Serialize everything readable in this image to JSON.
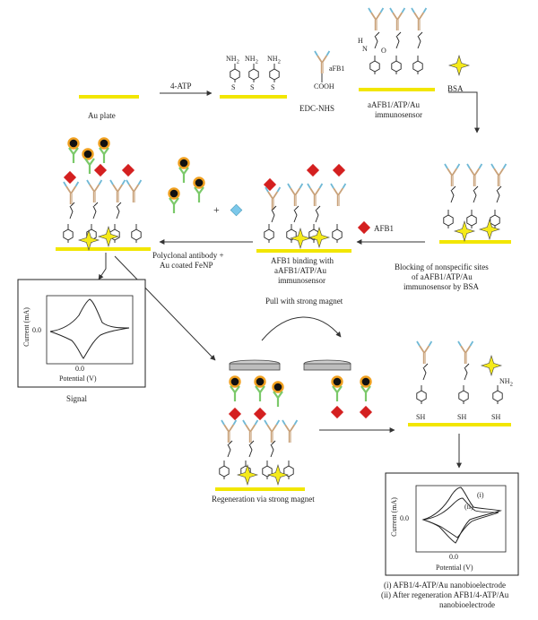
{
  "steps": {
    "au_plate": "Au plate",
    "atp": "4-ATP",
    "edc": "EDC-NHS",
    "afb1_ab": "aFB1",
    "cooh": "COOH",
    "immuno_line1": "aAFB1/ATP/Au",
    "immuno_line2": "immunosensor",
    "bsa": "BSA",
    "blocking_line1": "Blocking of nonspecific sites",
    "blocking_line2": "of aAFB1/ATP/Au",
    "blocking_line3": "immunosensor by BSA",
    "afb1": "AFB1",
    "binding_line1": "AFB1 binding with",
    "binding_line2": "aAFB1/ATP/Au",
    "binding_line3": "immunosensor",
    "poly_line1": "Polyclonal antibody +",
    "poly_line2": "Au coated FeNP",
    "plus": "+",
    "pull": "Pull with strong magnet",
    "regen": "Regeneration via strong magnet",
    "signal": "Signal"
  },
  "chem": {
    "nh2": "NH",
    "sub2": "2",
    "s": "S",
    "sh": "SH",
    "h": "H",
    "n": "N",
    "o": "O"
  },
  "plot1": {
    "xlabel": "Potential (V)",
    "ylabel": "Current (mA)",
    "xtick": "0.0",
    "ytick": "0.0"
  },
  "plot2": {
    "xlabel": "Potential (V)",
    "ylabel": "Current (mA)",
    "xtick": "0.0",
    "ytick": "0.0",
    "curve_i": "(i)",
    "curve_ii": "(ii)",
    "caption_i": "(i) AFB1/4-ATP/Au nanobioelectrode",
    "caption_ii_line1": "(ii) After regeneration AFB1/4-ATP/Au",
    "caption_ii_line2": "nanobioelectrode"
  },
  "colors": {
    "gold_plate": "#f2e600",
    "antibody_brown": "#c9a27a",
    "antibody_blue": "#6fb9d6",
    "antibody_green": "#7bc96a",
    "afb1_red": "#d42020",
    "star_yellow": "#f5ea1a",
    "fenp_orange": "#f0a020",
    "diamond_blue": "#7cc8ea",
    "magnet_gray": "#cfcfcf"
  }
}
